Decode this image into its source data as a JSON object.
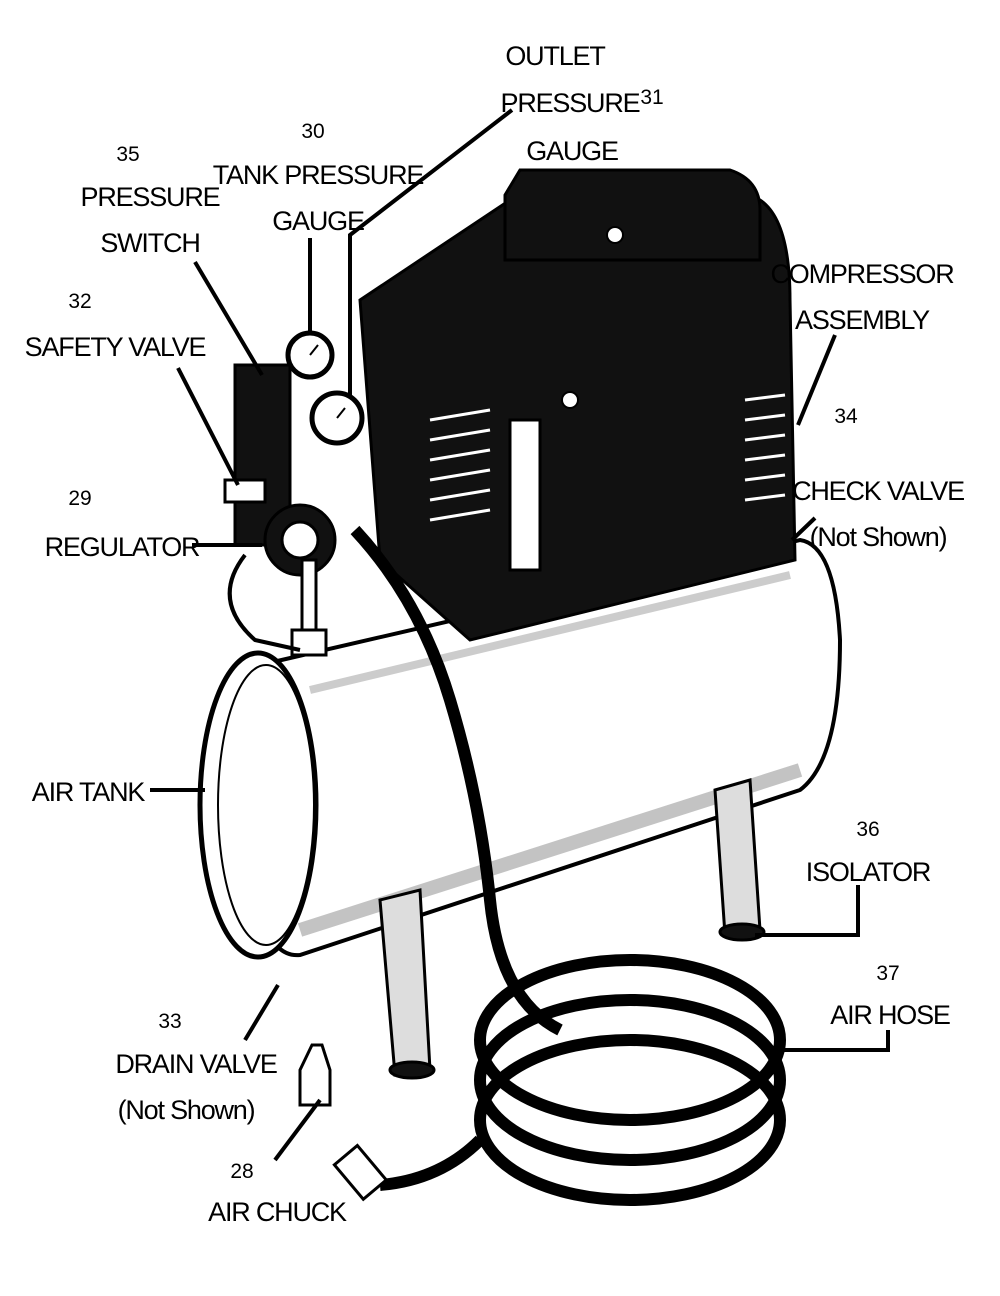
{
  "labels": {
    "outlet_gauge": {
      "number": "31",
      "line1": "OUTLET",
      "line2": "PRESSURE",
      "line3": "GAUGE"
    },
    "tank_gauge": {
      "number": "30",
      "line1": "TANK PRESSURE",
      "line2": "GAUGE"
    },
    "pressure_switch": {
      "number": "35",
      "line1": "PRESSURE",
      "line2": "SWITCH"
    },
    "safety_valve": {
      "number": "32",
      "line1": "SAFETY VALVE"
    },
    "regulator": {
      "number": "29",
      "line1": "REGULATOR"
    },
    "compressor": {
      "line1": "COMPRESSOR",
      "line2": "ASSEMBLY"
    },
    "check_valve": {
      "number": "34",
      "line1": "CHECK VALVE",
      "line2": "(Not Shown)"
    },
    "air_tank": {
      "line1": "AIR TANK"
    },
    "isolator": {
      "number": "36",
      "line1": "ISOLATOR"
    },
    "air_hose": {
      "number": "37",
      "line1": "AIR HOSE"
    },
    "drain_valve": {
      "number": "33",
      "line1": "DRAIN VALVE",
      "line2": "(Not Shown)"
    },
    "air_chuck": {
      "number": "28",
      "line1": "AIR CHUCK"
    }
  }
}
